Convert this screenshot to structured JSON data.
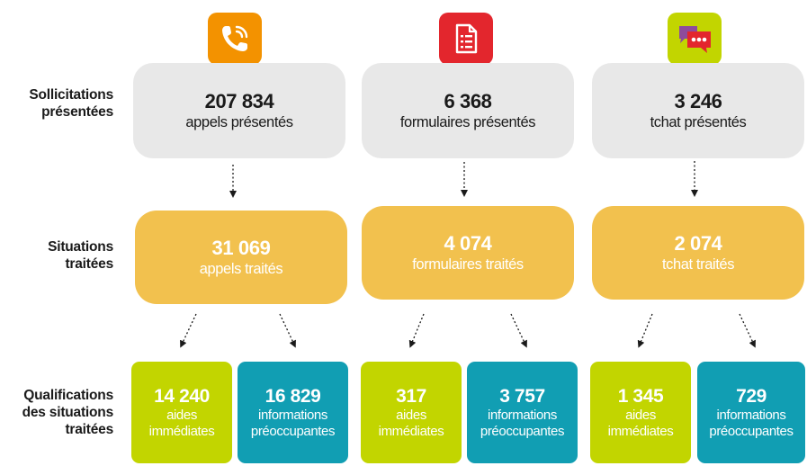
{
  "row_labels": {
    "sollicitations": [
      "Sollicitations",
      "présentées"
    ],
    "situations": [
      "Situations",
      "traitées"
    ],
    "qualifications": [
      "Qualifications",
      "des situations",
      "traitées"
    ]
  },
  "colors": {
    "icon_phone_bg": "#f39200",
    "icon_form_bg": "#e3262d",
    "icon_chat_bg": "#c2d500",
    "grey_box": "#e8e8e8",
    "yellow_box": "#f2c14e",
    "green_tile": "#c2d500",
    "teal_tile": "#119eb3"
  },
  "icons": [
    "phone-icon",
    "form-document-icon",
    "chat-bubbles-icon"
  ],
  "columns": [
    {
      "presented": {
        "value": "207 834",
        "label": "appels présentés"
      },
      "treated": {
        "value": "31 069",
        "label": "appels traités"
      },
      "aides": {
        "value": "14 240",
        "label": [
          "aides",
          "immédiates"
        ]
      },
      "infos": {
        "value": "16 829",
        "label": [
          "informations",
          "préoccupantes"
        ]
      }
    },
    {
      "presented": {
        "value": "6 368",
        "label": "formulaires présentés"
      },
      "treated": {
        "value": "4 074",
        "label": "formulaires traités"
      },
      "aides": {
        "value": "317",
        "label": [
          "aides",
          "immédiates"
        ]
      },
      "infos": {
        "value": "3 757",
        "label": [
          "informations",
          "préoccupantes"
        ]
      }
    },
    {
      "presented": {
        "value": "3 246",
        "label": "tchat présentés"
      },
      "treated": {
        "value": "2 074",
        "label": "tchat traités"
      },
      "aides": {
        "value": "1 345",
        "label": [
          "aides",
          "immédiates"
        ]
      },
      "infos": {
        "value": "729",
        "label": [
          "informations",
          "préoccupantes"
        ]
      }
    }
  ]
}
